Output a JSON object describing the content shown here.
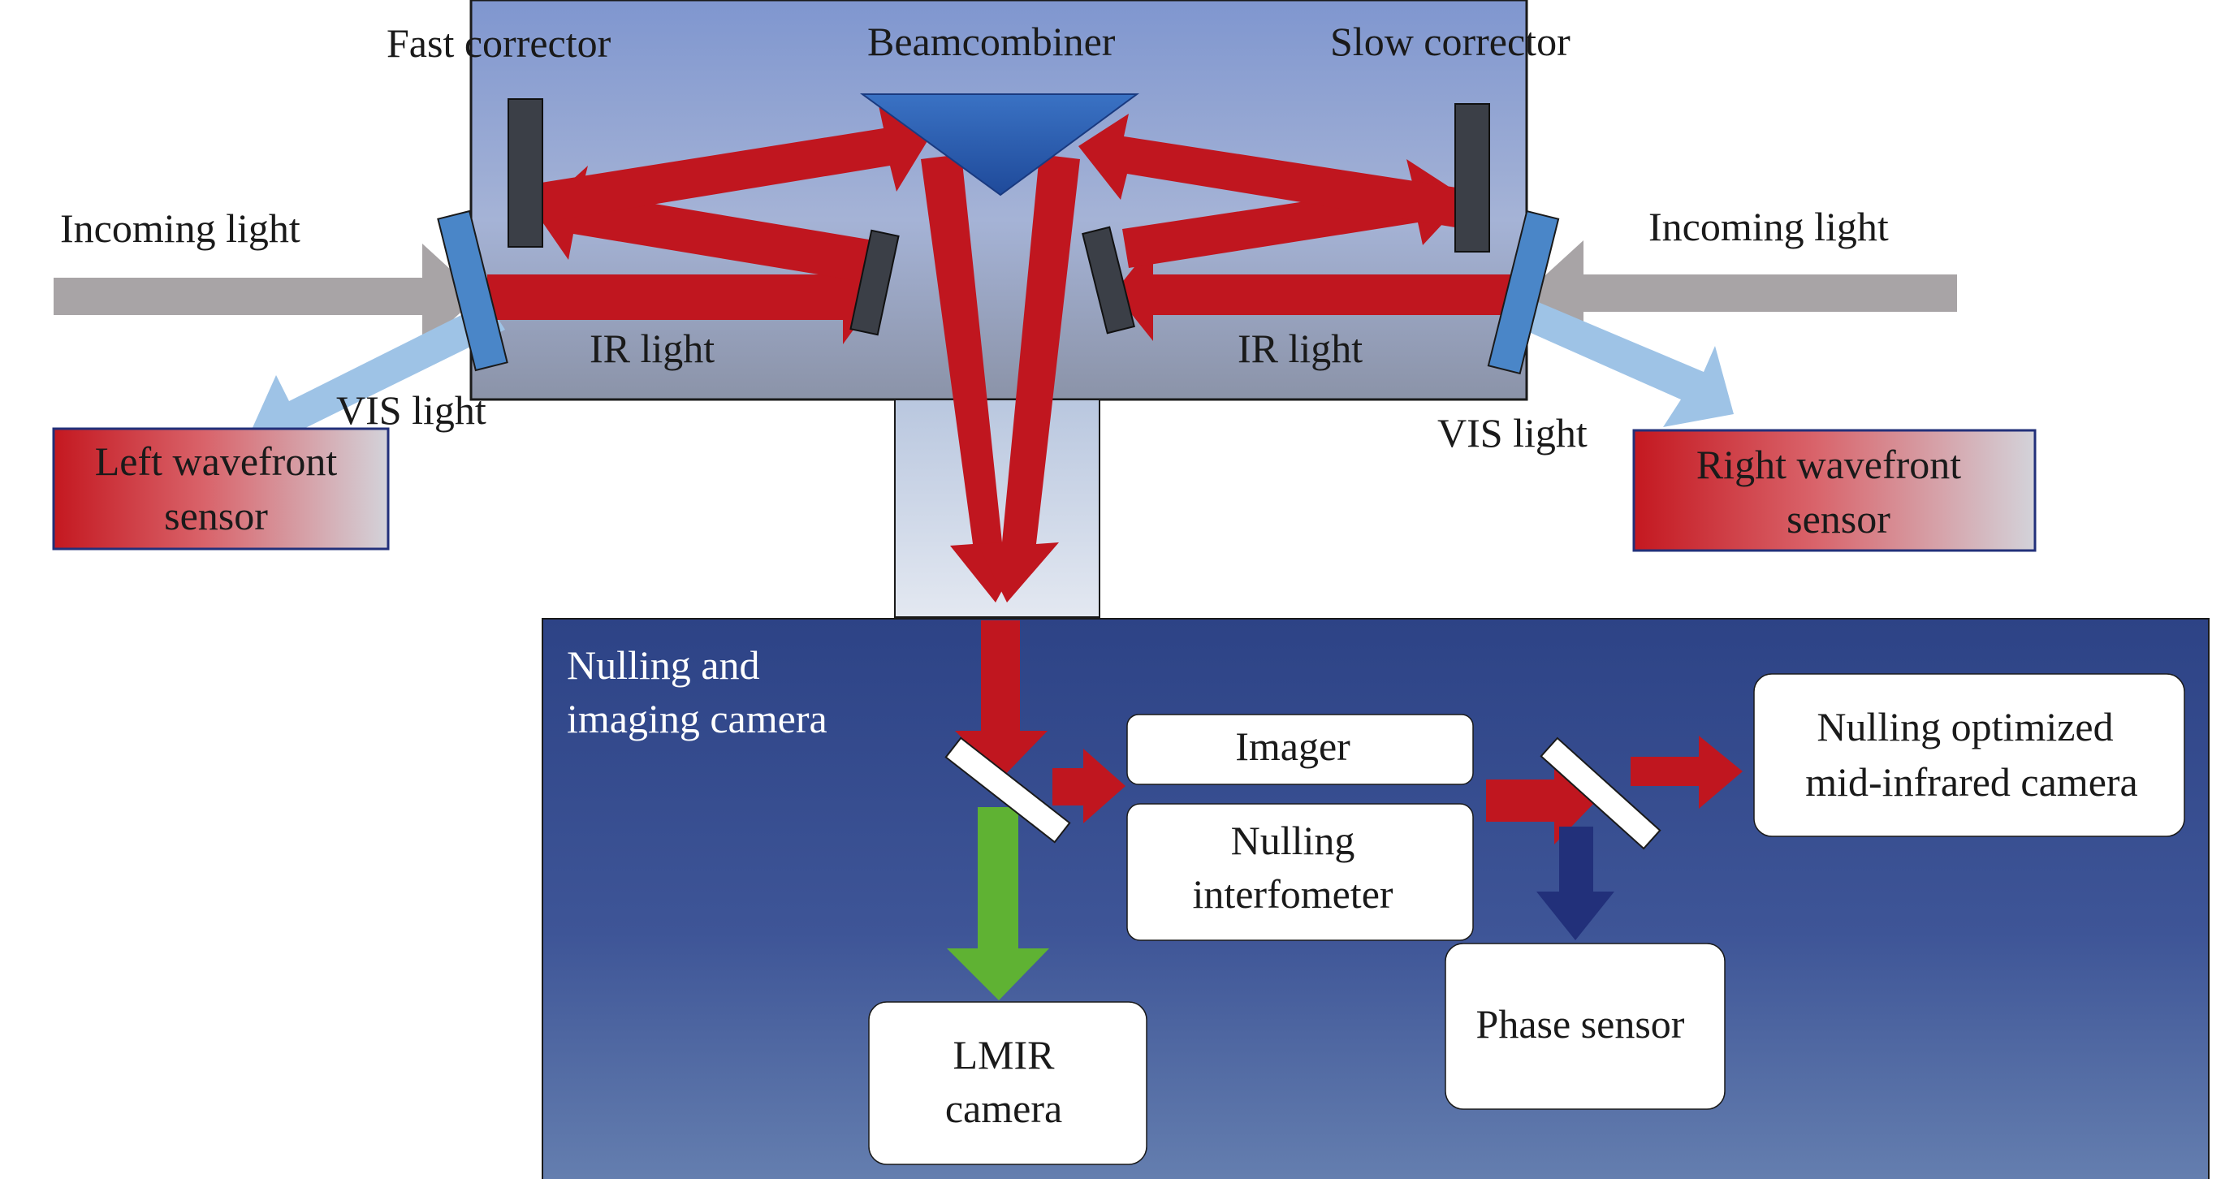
{
  "labels": {
    "fast_corrector": "Fast corrector",
    "beamcombiner": "Beamcombiner",
    "slow_corrector": "Slow corrector",
    "incoming_light_left": "Incoming light",
    "incoming_light_right": "Incoming light",
    "ir_light_left": "IR light",
    "ir_light_right": "IR light",
    "vis_light_left": "VIS light",
    "vis_light_right": "VIS light",
    "left_wavefront_sensor": [
      "Left wavefront",
      "sensor"
    ],
    "right_wavefront_sensor": [
      "Right wavefront",
      "sensor"
    ],
    "nulling_imaging_camera": [
      "Nulling and",
      "imaging camera"
    ],
    "imager": "Imager",
    "nulling_interferometer": [
      "Nulling",
      "interfometer"
    ],
    "nulling_optimized_camera": [
      "Nulling optimized",
      "mid-infrared camera"
    ],
    "phase_sensor": "Phase sensor",
    "lmir_camera": [
      "LMIR",
      "camera"
    ]
  },
  "colors": {
    "ir_beam": "#c0161f",
    "vis_beam": "#9ec3e6",
    "incoming_beam": "#a8a4a6",
    "lmir_beam": "#5fb233",
    "phase_beam": "#22307a",
    "upper_box": "#7f97cf",
    "lower_box": "#3a4f8f",
    "mirror": "#3b3f47",
    "dichroic": "#4a86c8"
  }
}
